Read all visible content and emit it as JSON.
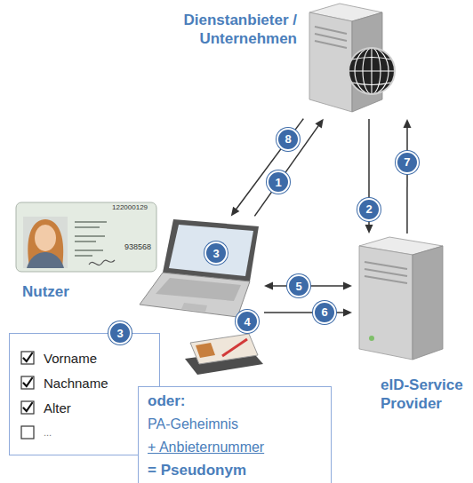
{
  "diagram": {
    "nodes": [
      {
        "text": [
          "Dienstanbieter / Unternehmen"
        ]
      },
      {
        "text": [
          "Nutzer"
        ]
      },
      {
        "text": [
          "eID-Service Provider"
        ]
      },
      {
        "text": [
          "Vorname",
          "Nachname",
          "Alter",
          "..."
        ]
      },
      {
        "text": [
          "oder:",
          "PA-Geheimnis",
          "+ Anbieternummer",
          "= Pseudonym"
        ]
      }
    ],
    "edges": [
      {
        "from": 1,
        "to": 0,
        "arrow": "to",
        "label": "1"
      },
      {
        "from": 0,
        "to": 2,
        "arrow": "to",
        "label": "2"
      },
      {
        "from": 1,
        "to": 2,
        "arrow": "both",
        "label": "5"
      },
      {
        "from": 1,
        "to": 2,
        "arrow": "to",
        "label": "6"
      },
      {
        "from": 2,
        "to": 0,
        "arrow": "to",
        "label": "7"
      },
      {
        "from": 0,
        "to": 1,
        "arrow": "to",
        "label": "8"
      }
    ],
    "labels": [
      "122000129",
      "938568",
      "3",
      "4",
      "3"
    ]
  }
}
